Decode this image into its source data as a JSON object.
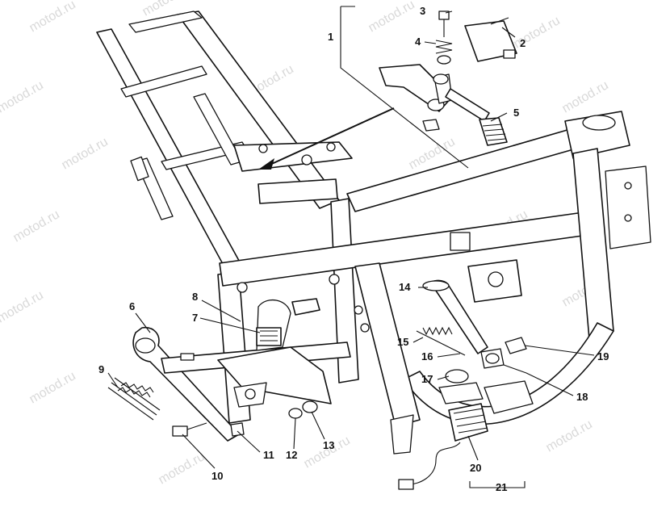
{
  "watermark": "motod.ru",
  "callouts": [
    {
      "id": "c1",
      "text": "1"
    },
    {
      "id": "c2",
      "text": "2"
    },
    {
      "id": "c3",
      "text": "3"
    },
    {
      "id": "c4",
      "text": "4"
    },
    {
      "id": "c5",
      "text": "5"
    },
    {
      "id": "c6",
      "text": "6"
    },
    {
      "id": "c7",
      "text": "7"
    },
    {
      "id": "c8",
      "text": "8"
    },
    {
      "id": "c9",
      "text": "9"
    },
    {
      "id": "c10",
      "text": "10"
    },
    {
      "id": "c11",
      "text": "11"
    },
    {
      "id": "c12",
      "text": "12"
    },
    {
      "id": "c13",
      "text": "13"
    },
    {
      "id": "c14",
      "text": "14"
    },
    {
      "id": "c15",
      "text": "15"
    },
    {
      "id": "c16",
      "text": "16"
    },
    {
      "id": "c17",
      "text": "17"
    },
    {
      "id": "c18",
      "text": "18"
    },
    {
      "id": "c19",
      "text": "19"
    },
    {
      "id": "c20",
      "text": "20"
    },
    {
      "id": "c21",
      "text": "21"
    }
  ]
}
